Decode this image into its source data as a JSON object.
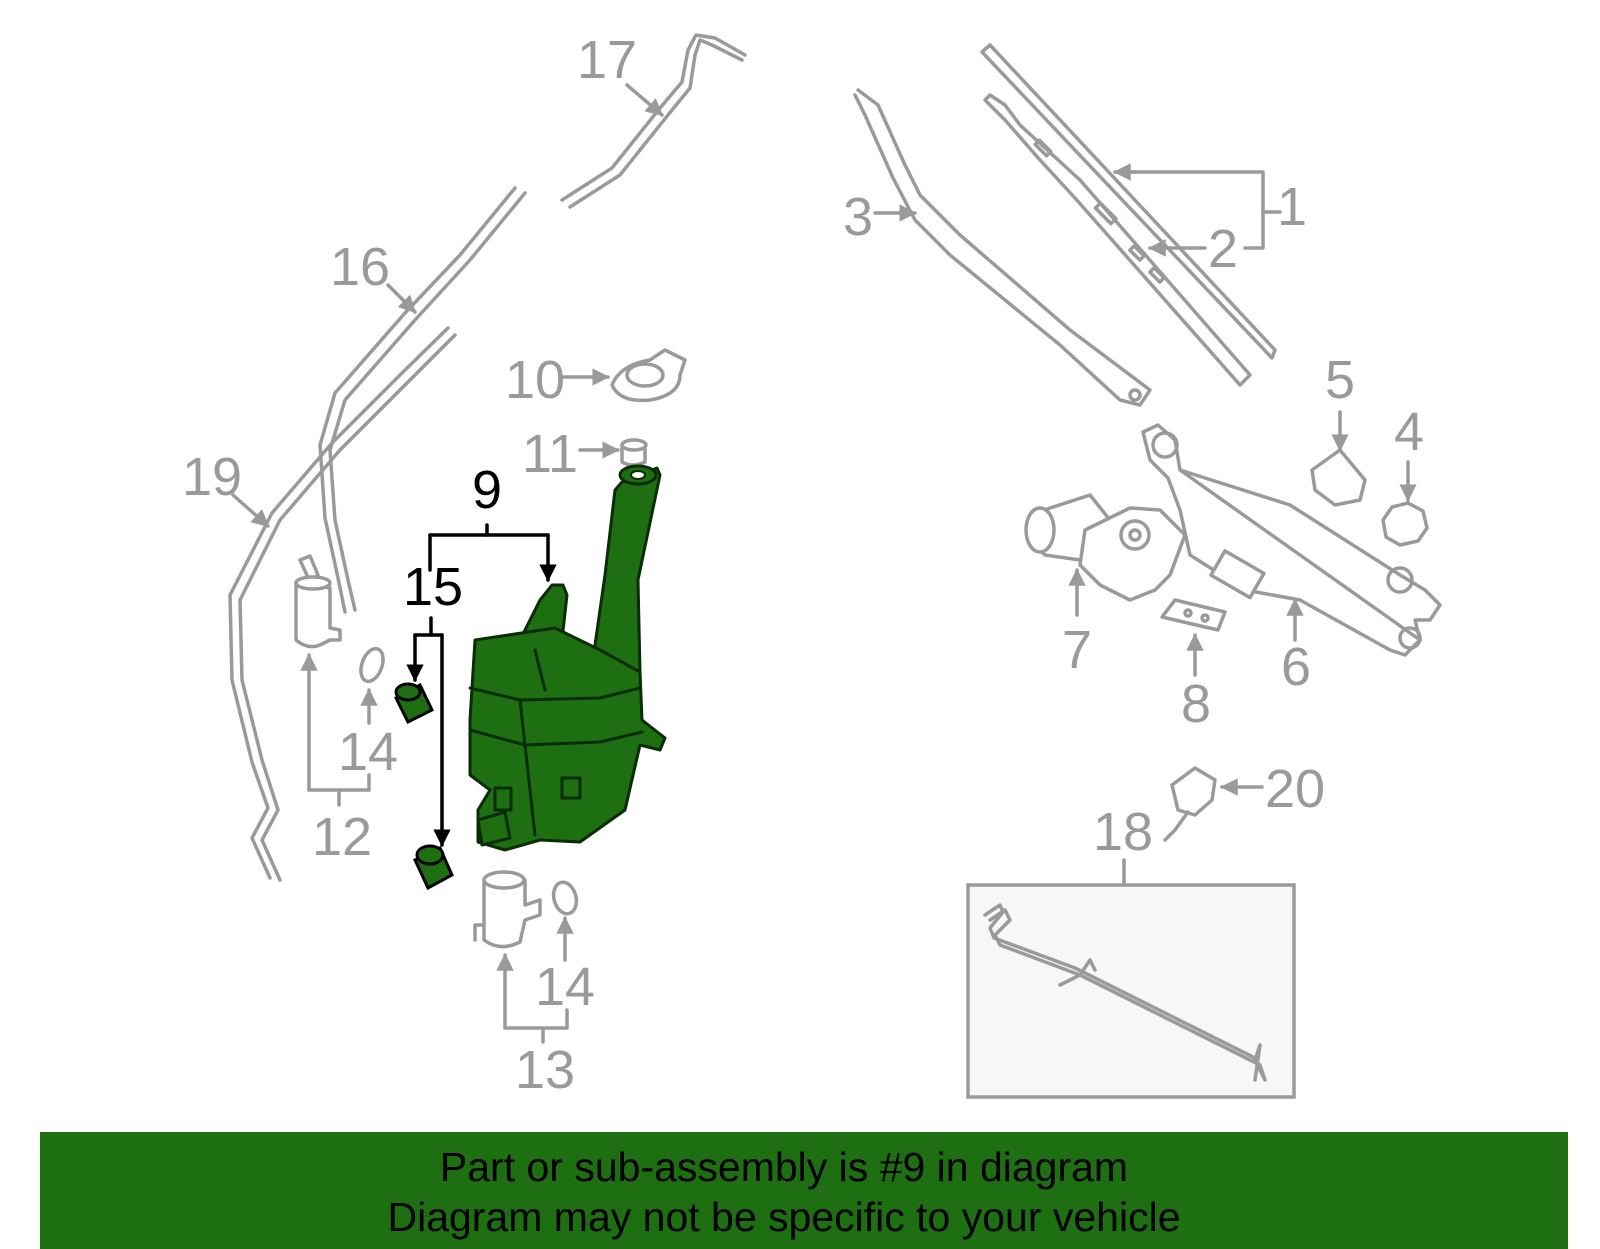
{
  "callouts": {
    "c1": "1",
    "c2": "2",
    "c3": "3",
    "c4": "4",
    "c5": "5",
    "c6": "6",
    "c7": "7",
    "c8": "8",
    "c9": "9",
    "c10": "10",
    "c11": "11",
    "c12": "12",
    "c13": "13",
    "c14a": "14",
    "c14b": "14",
    "c15": "15",
    "c16": "16",
    "c17": "17",
    "c18": "18",
    "c19": "19",
    "c20": "20"
  },
  "highlighted_part": "9",
  "colors": {
    "highlight": "#1e6e12",
    "line_gray": "#9a9a9a",
    "banner_bg": "#1e6e12"
  },
  "footer": {
    "line1": "Part or sub-assembly is #9 in diagram",
    "line2": "Diagram may not be specific to your vehicle"
  }
}
